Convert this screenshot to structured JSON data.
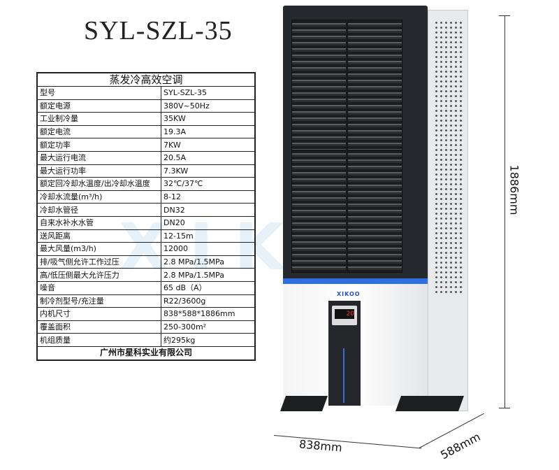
{
  "model_title": "SYL-SZL-35",
  "spec_table": {
    "title": "蒸发冷高效空调",
    "rows": [
      {
        "label": "型号",
        "value": "SYL-SZL-35"
      },
      {
        "label": "额定电源",
        "value": "380V~50Hz"
      },
      {
        "label": "工业制冷量",
        "value": "35KW"
      },
      {
        "label": "额定电流",
        "value": "19.3A"
      },
      {
        "label": "额定功率",
        "value": "7KW"
      },
      {
        "label": "最大运行电流",
        "value": "20.5A"
      },
      {
        "label": "最大运行功率",
        "value": "7.3KW"
      },
      {
        "label": "额定回冷却水温度/出冷却水温度",
        "value": "32℃/37℃"
      },
      {
        "label": "冷却水流量(m³/h)",
        "value": "8-12"
      },
      {
        "label": "冷却水管径",
        "value": "DN32"
      },
      {
        "label": "自来水补水水管",
        "value": "DN20"
      },
      {
        "label": "送风距离",
        "value": "12-15m"
      },
      {
        "label": "最大风量(m3/h)",
        "value": "12000"
      },
      {
        "label": "排/吸气侧允许工作过压",
        "value": "2.8 MPa/1.5MPa"
      },
      {
        "label": "高/低压侧最大允许压力",
        "value": "2.8 MPa/1.5MPa"
      },
      {
        "label": "噪音",
        "value": "65 dB（A）"
      },
      {
        "label": "制冷剂型号/充注量",
        "value": "R22/3600g"
      },
      {
        "label": "内机尺寸",
        "value": "838*588*1886mm"
      },
      {
        "label": "覆盖面积",
        "value": "250-300m²"
      },
      {
        "label": "机组质量",
        "value": "约295kg"
      }
    ],
    "footer": "广州市星科实业有限公司"
  },
  "watermark": "XIKOO",
  "product": {
    "brand_logo": "XIKOO",
    "display_value": "20"
  },
  "dimensions": {
    "height": "1886mm",
    "width": "838mm",
    "depth": "588mm"
  },
  "colors": {
    "accent_blue": "#2f6fe0",
    "body_dark": "#26292d"
  }
}
